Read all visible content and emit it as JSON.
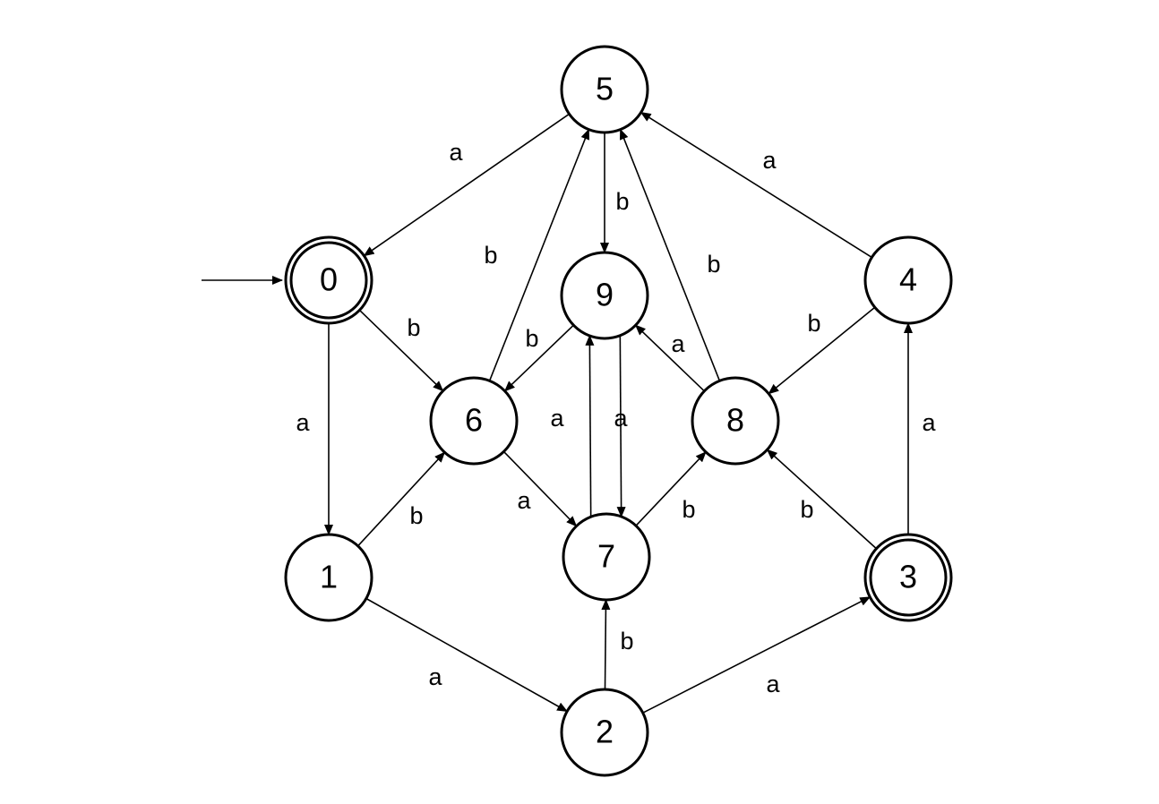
{
  "colors": {
    "stroke": "#000000",
    "fill": "#ffffff",
    "text": "#000000"
  },
  "start_state": "0",
  "accepting_states": [
    "0",
    "3"
  ],
  "states": [
    {
      "id": "0",
      "label": "0",
      "accepting": true
    },
    {
      "id": "1",
      "label": "1",
      "accepting": false
    },
    {
      "id": "2",
      "label": "2",
      "accepting": false
    },
    {
      "id": "3",
      "label": "3",
      "accepting": true
    },
    {
      "id": "4",
      "label": "4",
      "accepting": false
    },
    {
      "id": "5",
      "label": "5",
      "accepting": false
    },
    {
      "id": "6",
      "label": "6",
      "accepting": false
    },
    {
      "id": "7",
      "label": "7",
      "accepting": false
    },
    {
      "id": "8",
      "label": "8",
      "accepting": false
    },
    {
      "id": "9",
      "label": "9",
      "accepting": false
    }
  ],
  "transitions": [
    {
      "from": "5",
      "to": "0",
      "label": "a"
    },
    {
      "from": "0",
      "to": "6",
      "label": "b"
    },
    {
      "from": "0",
      "to": "1",
      "label": "a"
    },
    {
      "from": "1",
      "to": "6",
      "label": "b"
    },
    {
      "from": "1",
      "to": "2",
      "label": "a"
    },
    {
      "from": "2",
      "to": "7",
      "label": "b"
    },
    {
      "from": "2",
      "to": "3",
      "label": "a"
    },
    {
      "from": "3",
      "to": "4",
      "label": "a"
    },
    {
      "from": "3",
      "to": "8",
      "label": "b"
    },
    {
      "from": "4",
      "to": "5",
      "label": "a"
    },
    {
      "from": "4",
      "to": "8",
      "label": "b"
    },
    {
      "from": "5",
      "to": "9",
      "label": "b"
    },
    {
      "from": "6",
      "to": "5",
      "label": "b"
    },
    {
      "from": "6",
      "to": "7",
      "label": "a"
    },
    {
      "from": "7",
      "to": "9",
      "label": "a"
    },
    {
      "from": "9",
      "to": "7",
      "label": "a"
    },
    {
      "from": "7",
      "to": "8",
      "label": "b"
    },
    {
      "from": "8",
      "to": "5",
      "label": "b"
    },
    {
      "from": "8",
      "to": "9",
      "label": "a"
    },
    {
      "from": "9",
      "to": "6",
      "label": "b"
    }
  ]
}
